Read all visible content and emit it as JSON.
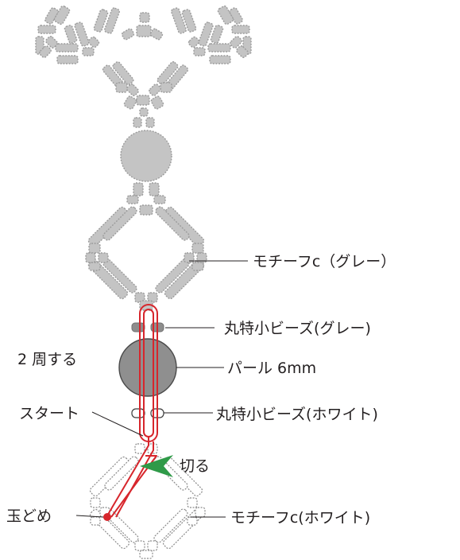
{
  "labels": {
    "motif_gray": "モチーフc（グレー）",
    "small_bead_gray": "丸特小ビーズ(グレー)",
    "loop_twice": "2 周する",
    "pearl": "パール 6mm",
    "start": "スタート",
    "small_bead_white": "丸特小ビーズ(ホワイト)",
    "cut": "切る",
    "knot": "玉どめ",
    "motif_white": "モチーフc(ホワイト)"
  },
  "colors": {
    "thread": "#d7262c",
    "gray_bead": "#c4c4c4",
    "gray_bead_outline": "#9c9c9c",
    "pearl": "#8f8f8f",
    "white_bead_outline": "#8a8a8a",
    "cut_arrow": "#2f9a48",
    "text": "#231f20"
  }
}
